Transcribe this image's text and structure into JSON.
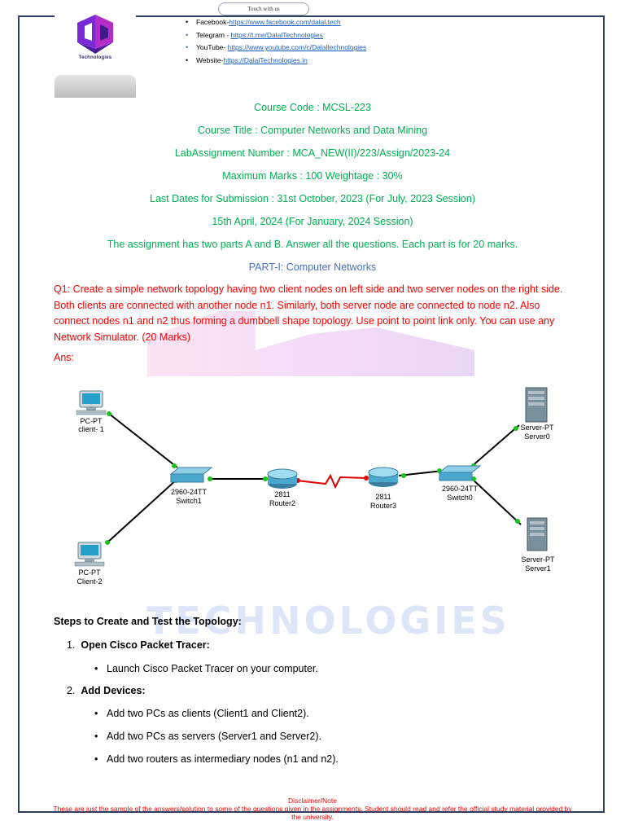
{
  "header": {
    "touch_label": "Touch with us",
    "logo_text": "Technologies",
    "social": [
      {
        "label": "Facebook-",
        "link": "https://www.facebook.com/dalal.tech"
      },
      {
        "label": "Telegram - ",
        "link": "https://t.me/DalalTechnologies"
      },
      {
        "label": "YouTube- ",
        "link": "https://www.youtube.com/c/Dalaltechnologies"
      },
      {
        "label": "Website-",
        "link": "https://DalalTechnologies.in"
      }
    ]
  },
  "course": {
    "code": "Course Code : MCSL-223",
    "title": "Course Title : Computer Networks and Data Mining",
    "assignment": "LabAssignment Number : MCA_NEW(II)/223/Assign/2023-24",
    "marks": "Maximum Marks : 100 Weightage : 30%",
    "dates_line1": "Last Dates for Submission : 31st October, 2023 (For July, 2023 Session)",
    "dates_line2": "15th April, 2024 (For January, 2024 Session)",
    "instructions": "The assignment has two parts A and B. Answer all the questions. Each part is for 20 marks.",
    "part_title": "PART-I: Computer Networks"
  },
  "question": {
    "text": "Q1: Create a simple network topology having two client nodes on left side and two server nodes on the right side. Both clients are connected with another node n1. Similarly, both server node are connected to node n2. Also connect nodes n1 and n2 thus forming a dumbbell shape topology. Use point to point link only. You can use any Network Simulator. (20 Marks)",
    "answer_label": "Ans:"
  },
  "watermark": "TECHNOLOGIES",
  "topology": {
    "nodes": {
      "client1": {
        "type": "PC-PT",
        "name": "client- 1"
      },
      "client2": {
        "type": "PC-PT",
        "name": "Client-2"
      },
      "switch1": {
        "type": "2960-24TT",
        "name": "Switch1"
      },
      "router2": {
        "type": "2811",
        "name": "Router2"
      },
      "router3": {
        "type": "2811",
        "name": "Router3"
      },
      "switch0": {
        "type": "2960-24TT",
        "name": "Switch0"
      },
      "server0": {
        "type": "Server-PT",
        "name": "Server0"
      },
      "server1": {
        "type": "Server-PT",
        "name": "Server1"
      }
    }
  },
  "steps": {
    "heading": "Steps to Create and Test the Topology:",
    "items": [
      {
        "num": "1.",
        "title": "Open Cisco Packet Tracer:",
        "bullets": [
          "Launch Cisco Packet Tracer on your computer."
        ]
      },
      {
        "num": "2.",
        "title": "Add Devices:",
        "bullets": [
          "Add two PCs as clients (Client1 and Client2).",
          "Add two PCs as servers (Server1 and Server2).",
          "Add two routers as intermediary nodes (n1 and n2)."
        ]
      }
    ]
  },
  "disclaimer": {
    "title": "Disclaimer/Note",
    "text": "These are just the sample of the answers/solution to some of the questions given in the assignments. Student should read and refer the official study material provided by the university."
  },
  "colors": {
    "green_text": "#00b050",
    "red_text": "#ff0000",
    "blue_title": "#4472c4",
    "frame_border": "#2f3e63"
  }
}
